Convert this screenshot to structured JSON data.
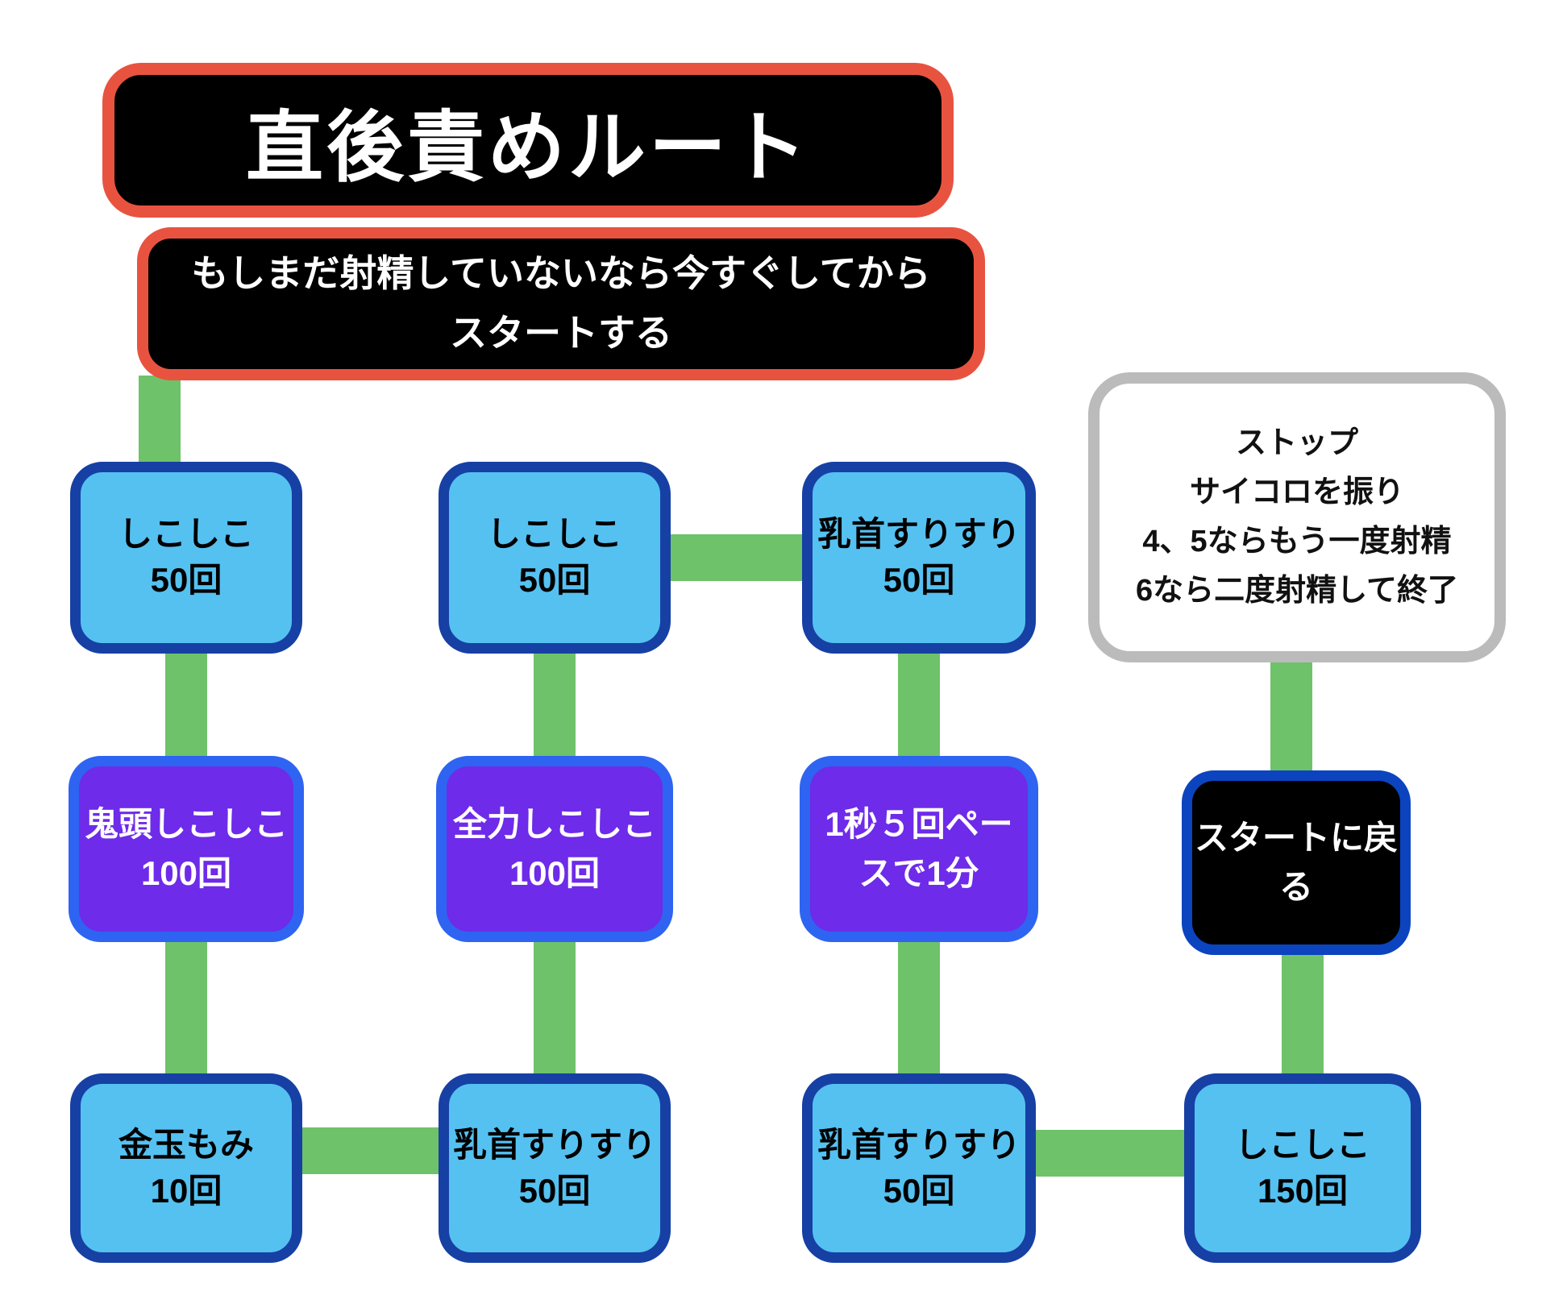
{
  "diagram": {
    "title": "直後責めルート",
    "start_note": "もしまだ射精していないなら今すぐしてから\nスタートする",
    "stop_note": "ストップ\nサイコロを振り\n4、5ならもう一度射精\n6なら二度射精して終了",
    "nodes": {
      "c1r1": "しこしこ\n50回",
      "c1r2": "鬼頭しこしこ\n100回",
      "c1r3": "金玉もみ\n10回",
      "c2r1": "しこしこ\n50回",
      "c2r2": "全力しこしこ\n100回",
      "c2r3": "乳首すりすり\n50回",
      "c3r1": "乳首すりすり\n50回",
      "c3r2": "1秒５回ペー\nスで1分",
      "c3r3": "乳首すりすり\n50回",
      "c4r2": "スタートに戻\nる",
      "c4r3": "しこしこ\n150回"
    },
    "colors": {
      "background": "#FFFFFF",
      "connector_green": "#6EC269",
      "blue_node_fill": "#55C1F1",
      "blue_node_border": "#1640A4",
      "purple_node_fill": "#6E2BE9",
      "purple_node_border": "#2E64F1",
      "black_fill": "#000000",
      "black_node_border": "#0B44BE",
      "header_border_red": "#E85340",
      "stop_note_border_gray": "#BBBBBB",
      "text_light": "#FFFFFF",
      "text_dark": "#000000"
    }
  }
}
